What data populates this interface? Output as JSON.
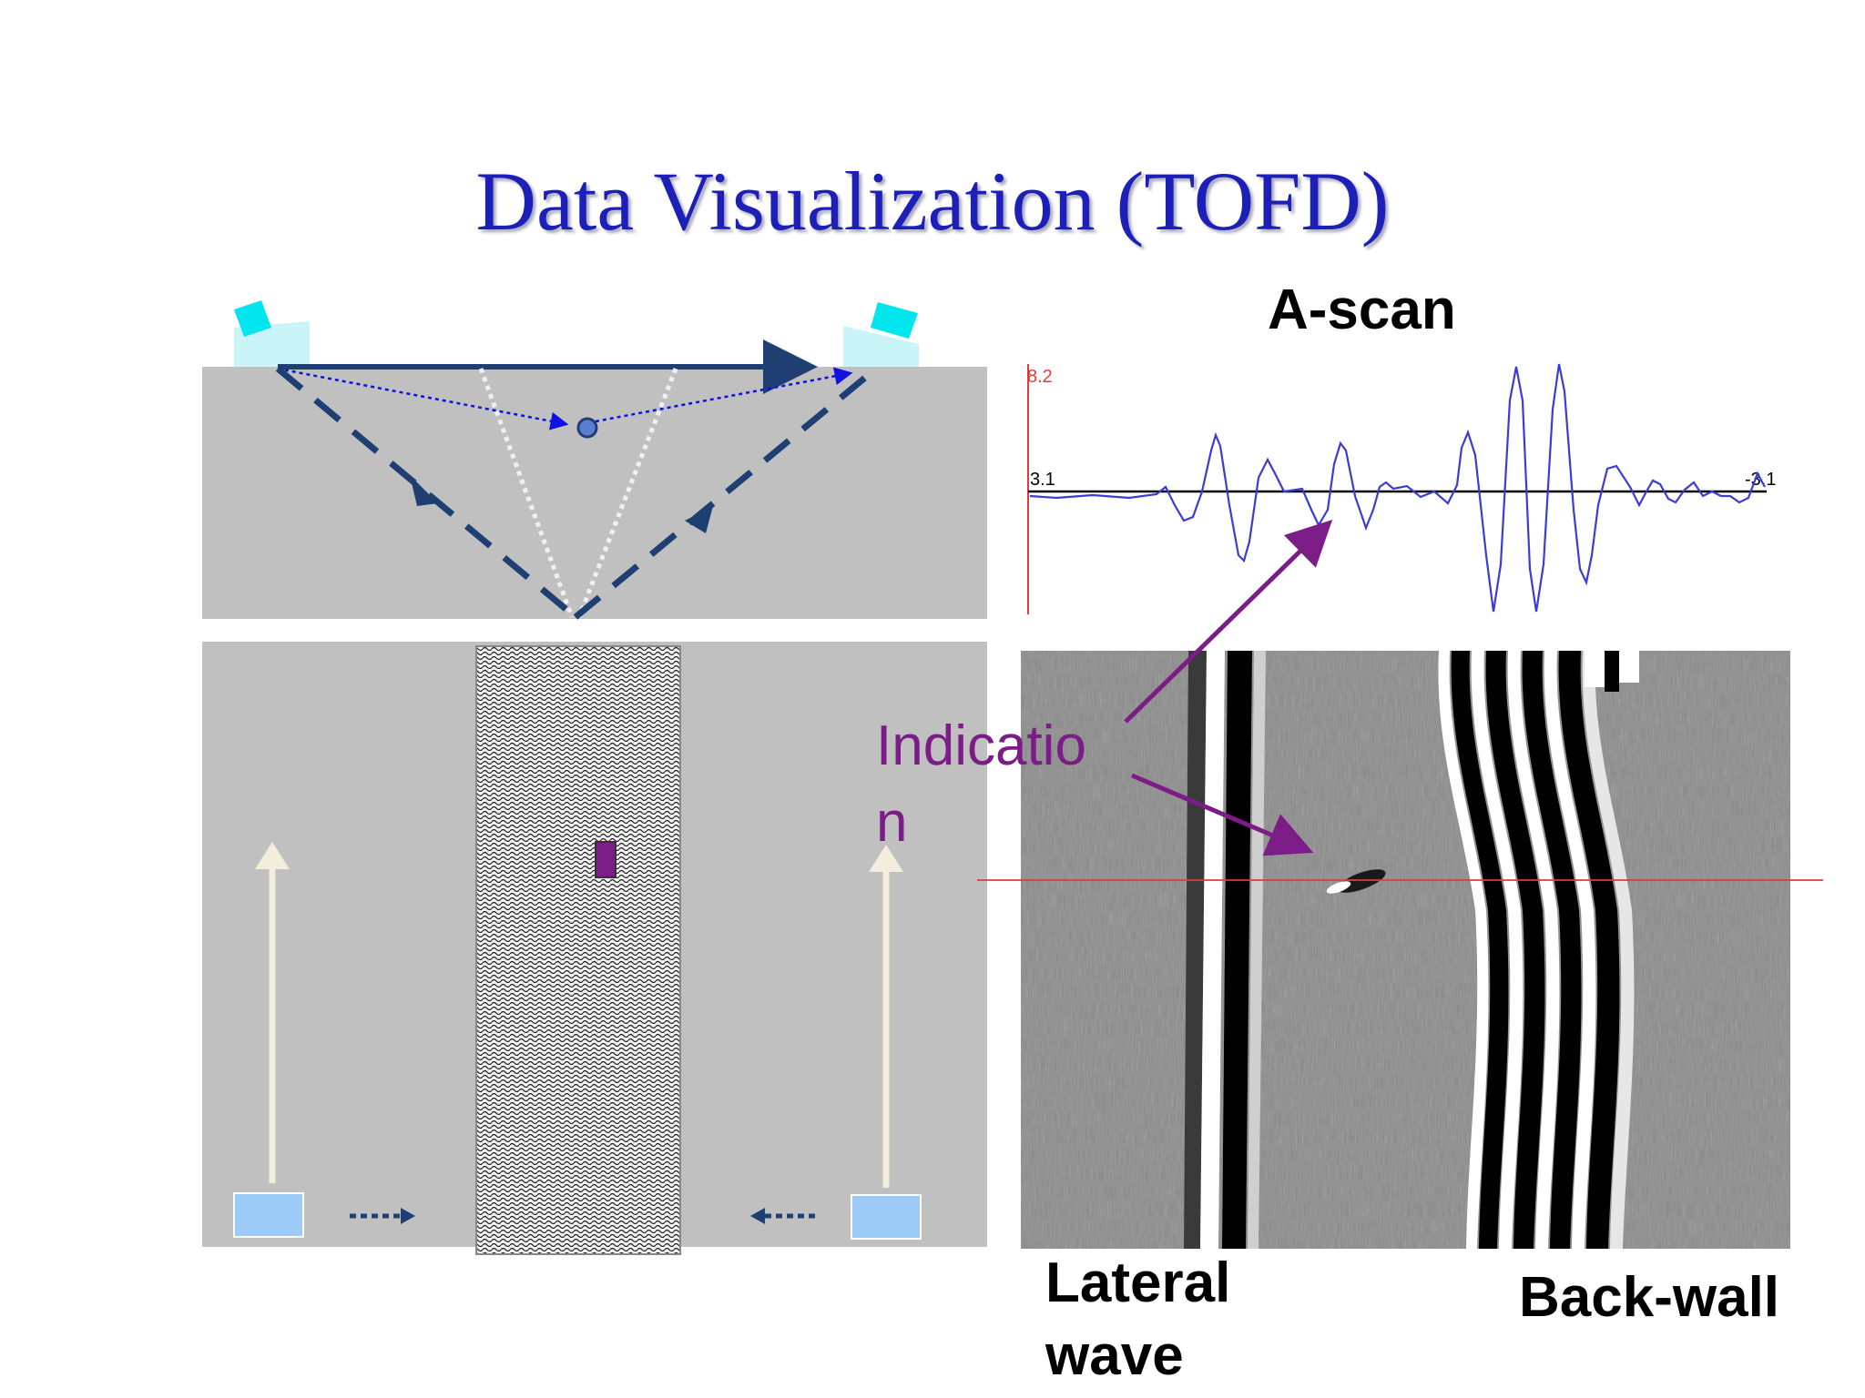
{
  "slide": {
    "title": "Data Visualization (TOFD)"
  },
  "labels": {
    "a_scan": "A-scan",
    "indication": "Indicatio n",
    "lateral_wave": "Lateral wave",
    "back_wall": "Back-wall"
  },
  "ascan_ticks": {
    "top": "8.2",
    "left": "3.1",
    "right": "-3.1"
  },
  "colors": {
    "title": "#1c1fb8",
    "indication": "#7b1c87",
    "waveform": "#3b3bd6",
    "probe": "#00e5ee",
    "wedge": "#c9f4f8",
    "plate": "#c0c0c0",
    "path": "#1f3f73",
    "cursor_line": "#e23a3a"
  }
}
